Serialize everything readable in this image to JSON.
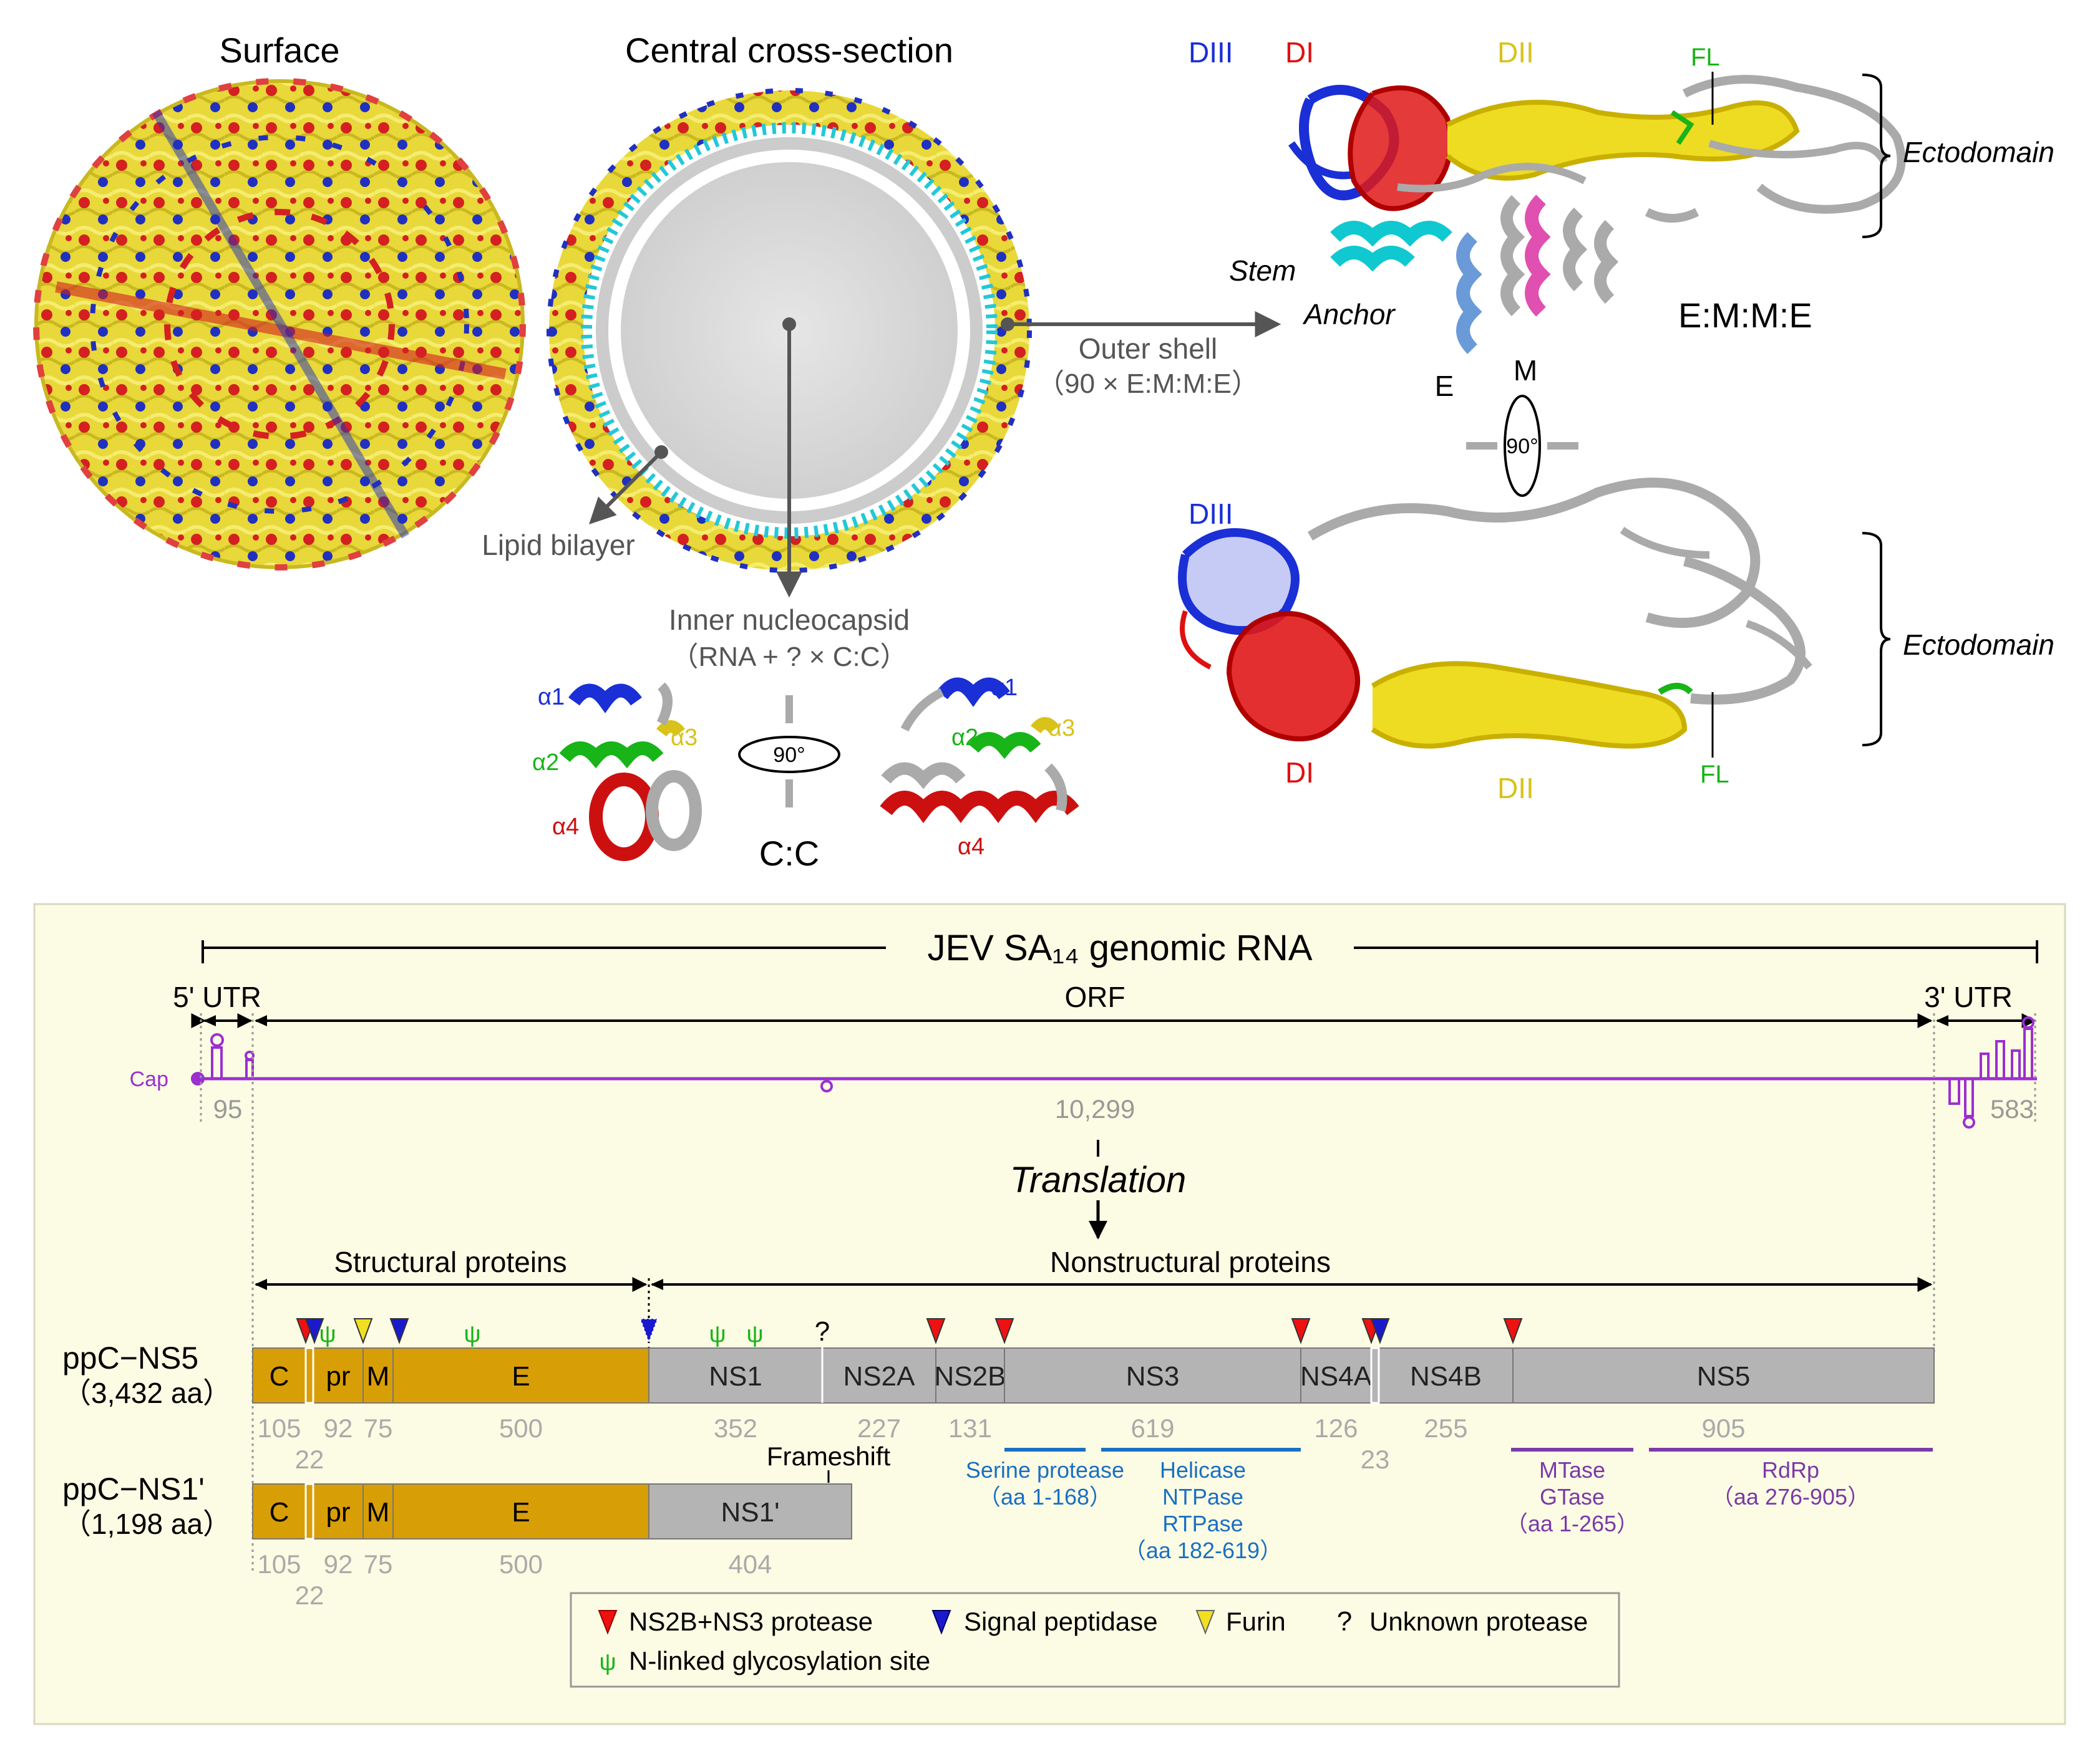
{
  "colors": {
    "diii": "#1a2fd6",
    "di": "#e01010",
    "dii": "#d9c21a",
    "fl": "#18b418",
    "stem": "#10c8d0",
    "anchor_e": "#6a9ad8",
    "m": "#e050b0",
    "gray": "#aaaaaa",
    "rna": "#9b2fd0",
    "structural": "#d89e06",
    "nonstructural": "#b4b4b4",
    "blue_label": "#1a6fc4",
    "purple_label": "#7a3aa8",
    "panel_bg": "#fcfce4",
    "ns2b_ns3": "#ee1111",
    "signal": "#1a1acc",
    "furin": "#f2e020"
  },
  "top": {
    "surface_title": "Surface",
    "cross_title": "Central cross-section",
    "outer_shell": "Outer shell",
    "outer_shell_count": "（90 × E:M:M:E）",
    "lipid": "Lipid bilayer",
    "inner": "Inner nucleocapsid",
    "inner_count": "（RNA + ? × C:C）",
    "cc": "C:C",
    "rot": "90°",
    "emme": "E:M:M:E",
    "ectodomain": "Ectodomain",
    "stem": "Stem",
    "anchor": "Anchor",
    "e": "E",
    "m": "M",
    "diii": "DIII",
    "di": "DI",
    "dii": "DII",
    "fl": "FL",
    "a1": "α1",
    "a2": "α2",
    "a3": "α3",
    "a4": "α4"
  },
  "genome": {
    "title": "JEV SA₁₄ genomic RNA",
    "utr5": "5' UTR",
    "orf": "ORF",
    "utr3": "3' UTR",
    "cap": "Cap",
    "len5": "95",
    "len_orf": "10,299",
    "len3": "583",
    "translation": "Translation",
    "structural": "Structural proteins",
    "nonstructural": "Nonstructural proteins"
  },
  "ns5": {
    "name": "ppC−NS5",
    "aa": "（3,432 aa）",
    "segments": [
      "C",
      "pr",
      "M",
      "E",
      "NS1",
      "NS2A",
      "NS2B",
      "NS3",
      "NS4A",
      "NS4B",
      "NS5"
    ],
    "lengths": [
      "105",
      "92",
      "75",
      "500",
      "352",
      "227",
      "131",
      "619",
      "126",
      "255",
      "905"
    ],
    "lengths_low": [
      "22",
      "23"
    ]
  },
  "ns1p": {
    "name": "ppC−NS1'",
    "aa": "（1,198 aa）",
    "segments": [
      "C",
      "pr",
      "M",
      "E",
      "NS1'"
    ],
    "lengths": [
      "105",
      "92",
      "75",
      "500",
      "404"
    ],
    "lengths_low": [
      "22"
    ],
    "frameshift": "Frameshift"
  },
  "domains": {
    "serine": [
      "Serine protease",
      "（aa 1-168）"
    ],
    "helicase": [
      "Helicase",
      "NTPase",
      "RTPase",
      "（aa 182-619）"
    ],
    "mtase": [
      "MTase",
      "GTase",
      "（aa 1-265）"
    ],
    "rdrp": [
      "RdRp",
      "（aa 276-905）"
    ]
  },
  "legend": {
    "ns2b_ns3": "NS2B+NS3 protease",
    "signal": "Signal peptidase",
    "furin": "Furin",
    "unknown_mark": "?",
    "unknown": "Unknown protease",
    "glyco_mark": "ψ",
    "glyco": "N-linked glycosylation site"
  }
}
